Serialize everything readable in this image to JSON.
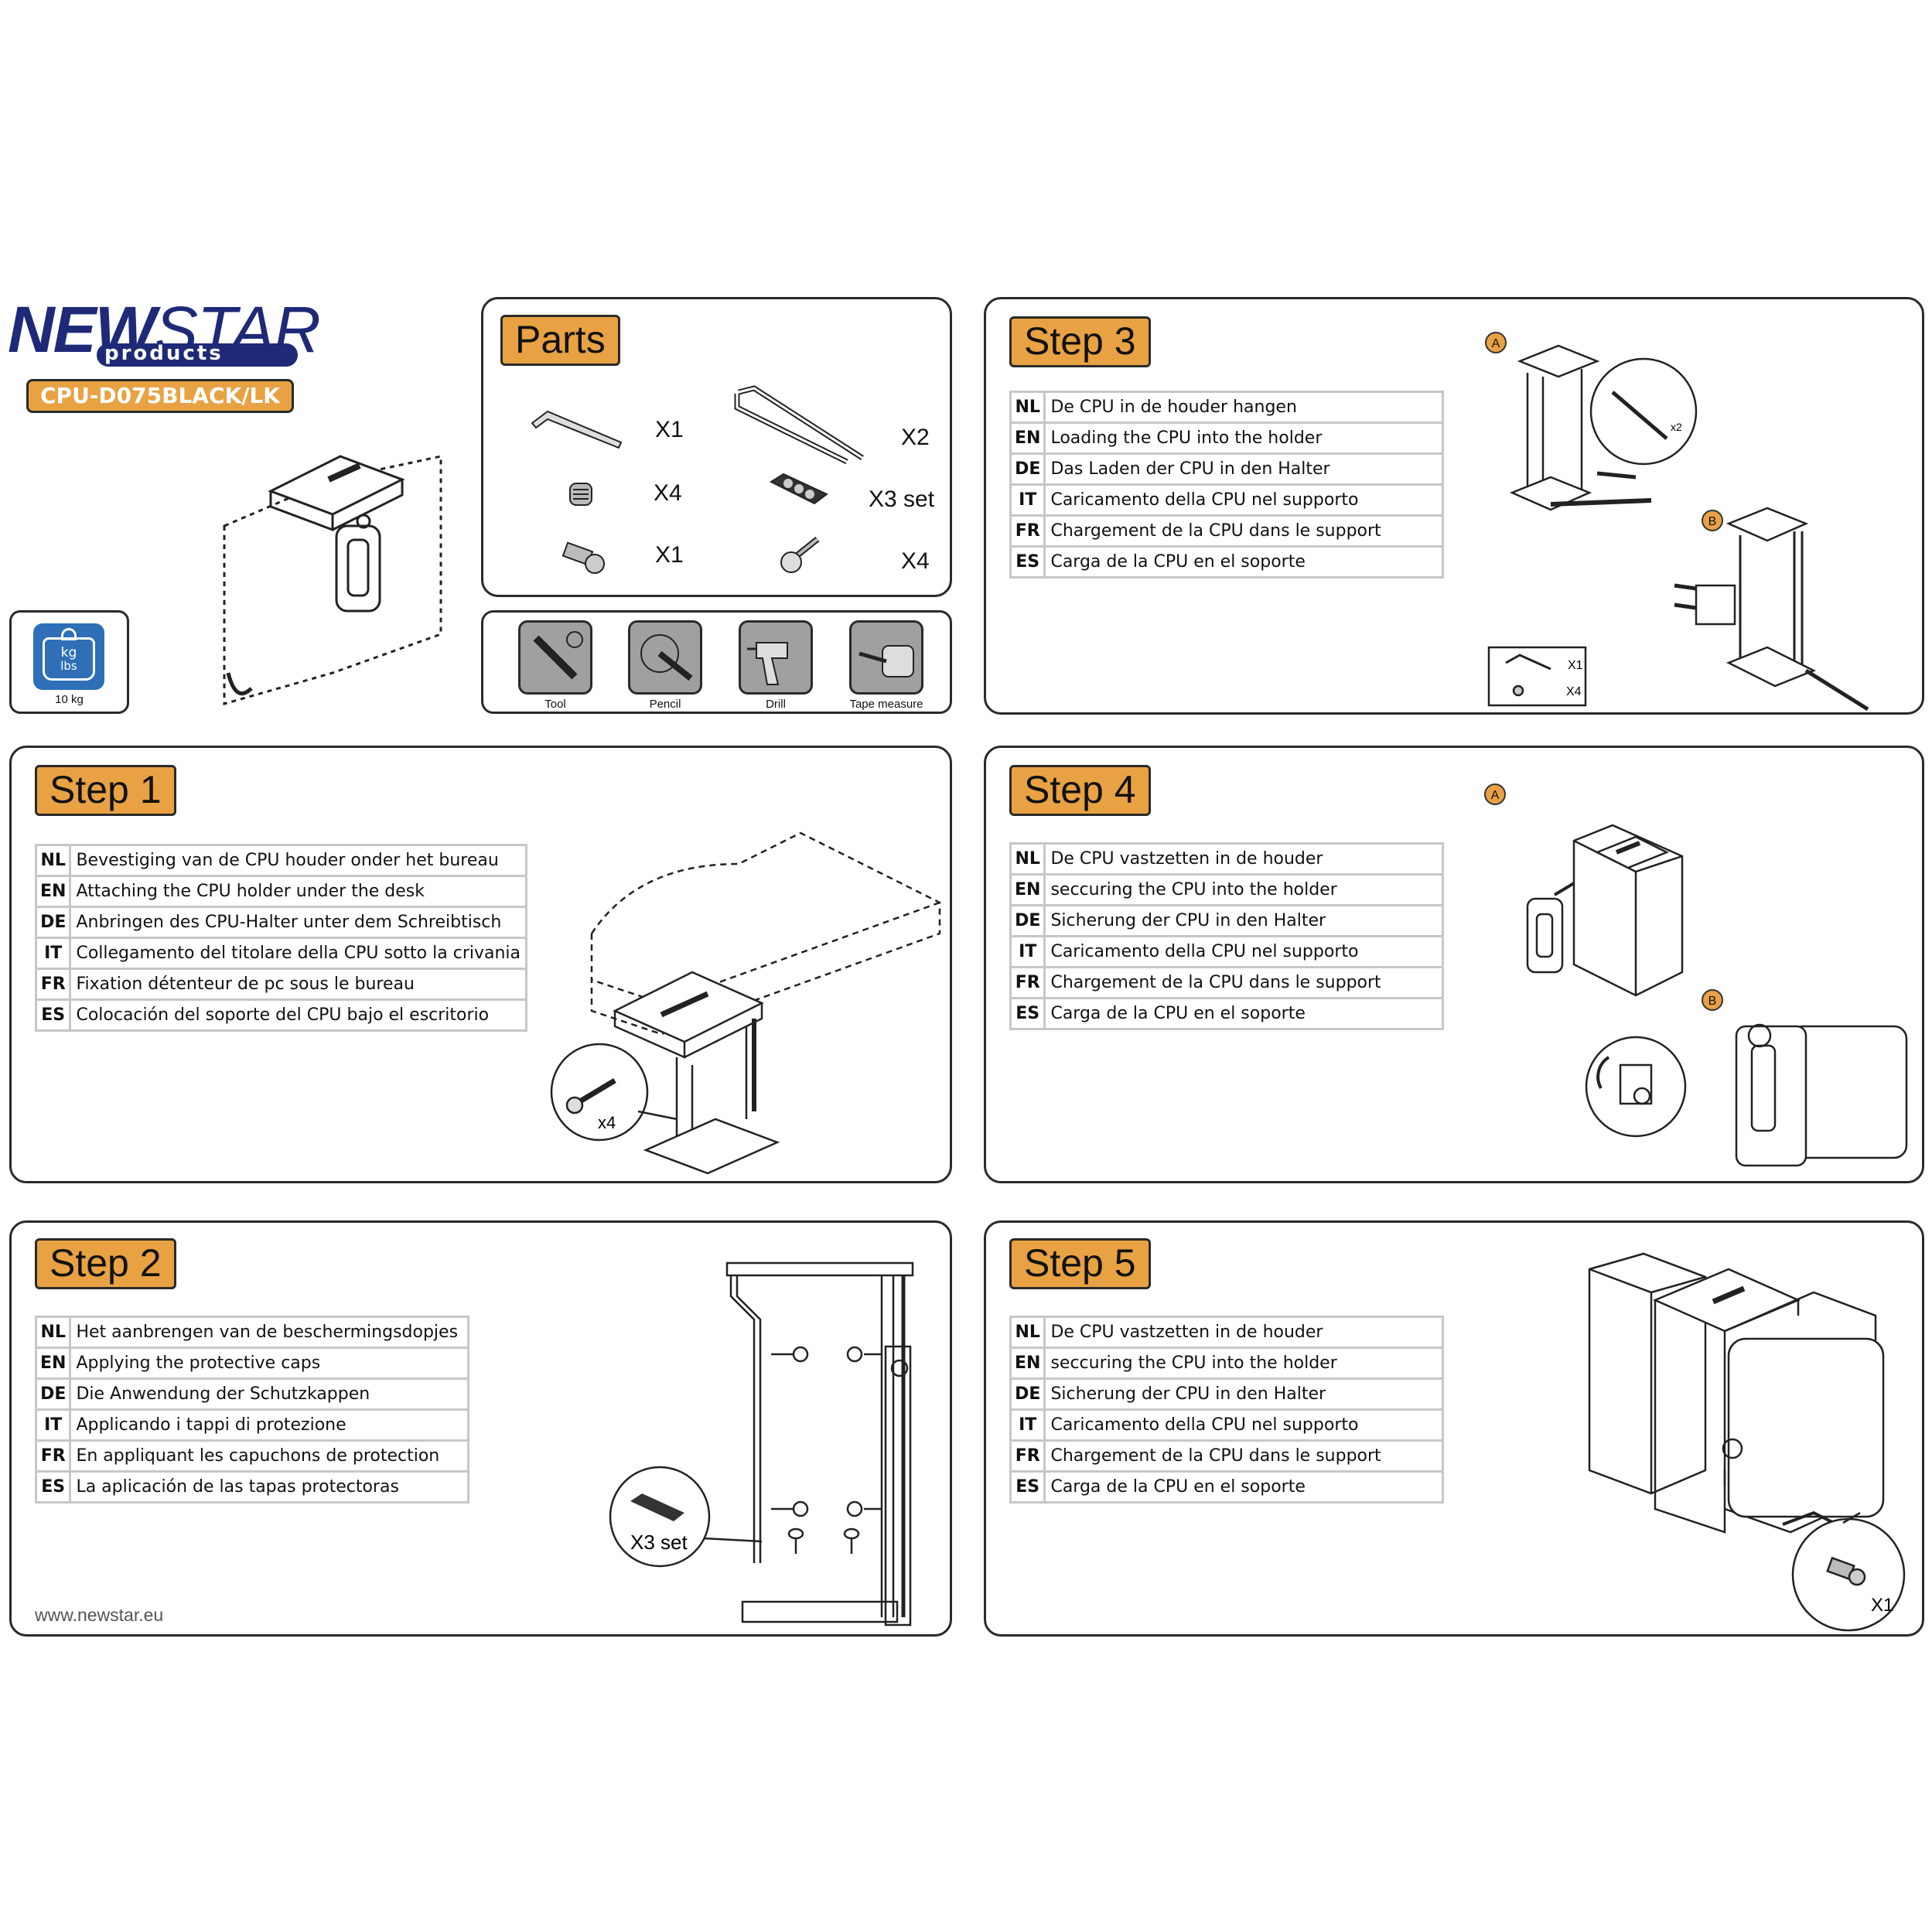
{
  "brand": {
    "name_bold": "NEW",
    "name_italic": "STAR",
    "sub": "products",
    "model": "CPU-D075BLACK/LK",
    "weight_unit_top": "kg",
    "weight_unit_bottom": "lbs",
    "weight_label": "10 kg",
    "colors": {
      "navy": "#1e2a78",
      "orange": "#e8a243",
      "badge_blue": "#2e6fb7"
    }
  },
  "parts": {
    "title": "Parts",
    "items": [
      {
        "icon": "hex-key-icon",
        "qty": "X1"
      },
      {
        "icon": "rod-icon",
        "qty": "X2"
      },
      {
        "icon": "dowel-icon",
        "qty": "X4"
      },
      {
        "icon": "cap-strip-icon",
        "qty": "X3 set"
      },
      {
        "icon": "bolt-icon",
        "qty": "X1"
      },
      {
        "icon": "wood-screw-icon",
        "qty": "X4"
      }
    ]
  },
  "tools": [
    {
      "icon": "screwdriver-icon",
      "label": "Tool"
    },
    {
      "icon": "pencil-icon",
      "label": "Pencil"
    },
    {
      "icon": "drill-icon",
      "label": "Drill"
    },
    {
      "icon": "tape-measure-icon",
      "label": "Tape measure"
    }
  ],
  "step1": {
    "title": "Step 1",
    "rows": [
      {
        "code": "NL",
        "text": "Bevestiging van de CPU houder  onder het bureau"
      },
      {
        "code": "EN",
        "text": "Attaching the CPU holder under the desk"
      },
      {
        "code": "DE",
        "text": "Anbringen des CPU-Halter unter dem Schreibtisch"
      },
      {
        "code": "IT",
        "text": "Collegamento del titolare della CPU sotto la crivania"
      },
      {
        "code": "FR",
        "text": "Fixation détenteur de pc  sous le bureau"
      },
      {
        "code": "ES",
        "text": "Colocación del soporte del CPU bajo el escritorio"
      }
    ],
    "callout": "x4"
  },
  "step2": {
    "title": "Step 2",
    "rows": [
      {
        "code": "NL",
        "text": "Het aanbrengen van de beschermingsdopjes"
      },
      {
        "code": "EN",
        "text": "Applying the protective caps"
      },
      {
        "code": "DE",
        "text": "Die Anwendung der Schutzkappen"
      },
      {
        "code": "IT",
        "text": "Applicando i tappi di protezione"
      },
      {
        "code": "FR",
        "text": "En appliquant les capuchons de protection"
      },
      {
        "code": "ES",
        "text": "La aplicación de las tapas protectoras"
      }
    ],
    "callout": "X3 set",
    "footer": "www.newstar.eu"
  },
  "step3": {
    "title": "Step 3",
    "rows": [
      {
        "code": "NL",
        "text": "De CPU in de houder hangen"
      },
      {
        "code": "EN",
        "text": "Loading the CPU into the holder"
      },
      {
        "code": "DE",
        "text": "Das Laden der CPU in den Halter"
      },
      {
        "code": "IT",
        "text": "Caricamento della CPU nel supporto"
      },
      {
        "code": "FR",
        "text": "Chargement de la CPU dans le support"
      },
      {
        "code": "ES",
        "text": "Carga de la CPU en el soporte"
      }
    ],
    "label_a": "A",
    "label_b": "B",
    "callout_rod": "x2",
    "inset_qty_1": "X1",
    "inset_qty_2": "X4"
  },
  "step4": {
    "title": "Step 4",
    "rows": [
      {
        "code": "NL",
        "text": "De CPU vastzetten in de houder"
      },
      {
        "code": "EN",
        "text": "seccuring the CPU into the holder"
      },
      {
        "code": "DE",
        "text": "Sicherung der CPU in den Halter"
      },
      {
        "code": "IT",
        "text": "Caricamento della CPU nel supporto"
      },
      {
        "code": "FR",
        "text": "Chargement de la CPU dans le support"
      },
      {
        "code": "ES",
        "text": "Carga de la CPU en el soporte"
      }
    ],
    "label_a": "A",
    "label_b": "B"
  },
  "step5": {
    "title": "Step 5",
    "rows": [
      {
        "code": "NL",
        "text": "De CPU vastzetten in de houder"
      },
      {
        "code": "EN",
        "text": "seccuring the CPU into the holder"
      },
      {
        "code": "DE",
        "text": "Sicherung der CPU in den Halter"
      },
      {
        "code": "IT",
        "text": "Caricamento della CPU nel supporto"
      },
      {
        "code": "FR",
        "text": "Chargement de la CPU dans le support"
      },
      {
        "code": "ES",
        "text": "Carga de la CPU en el soporte"
      }
    ],
    "callout": "X1"
  }
}
